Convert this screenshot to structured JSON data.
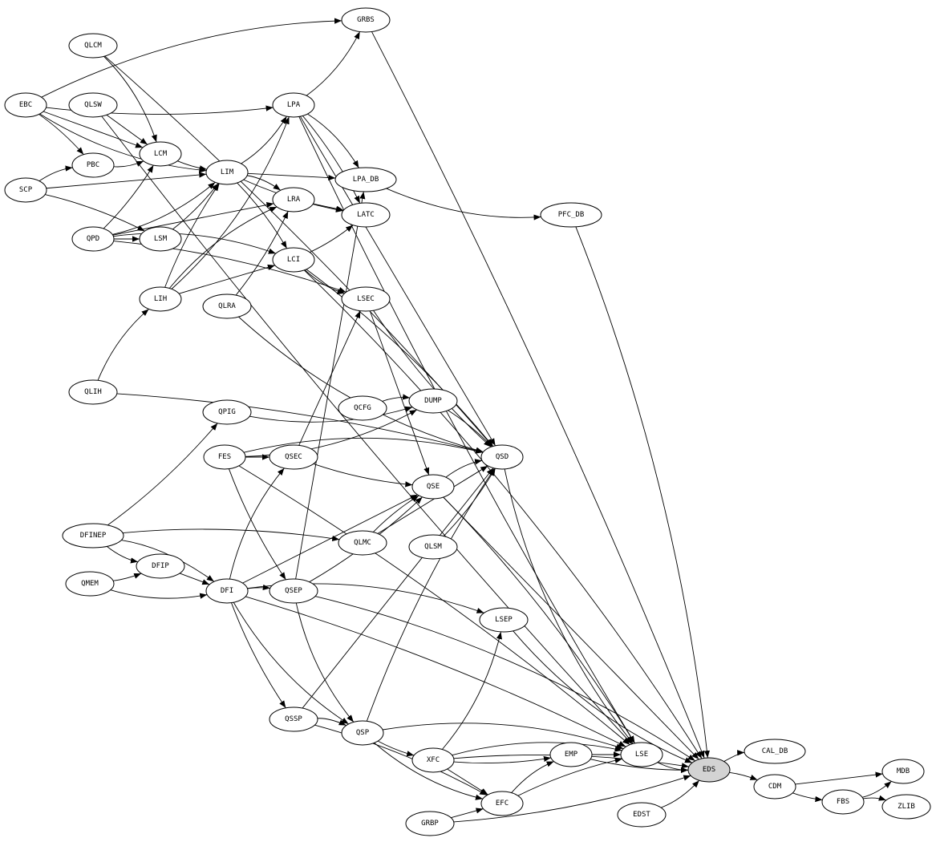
{
  "graph": {
    "highlight_color": "#d3d3d3",
    "nodes": [
      {
        "id": "GRBS",
        "label": "GRBS"
      },
      {
        "id": "QLCM",
        "label": "QLCM"
      },
      {
        "id": "EBC",
        "label": "EBC"
      },
      {
        "id": "QLSW",
        "label": "QLSW"
      },
      {
        "id": "LPA",
        "label": "LPA"
      },
      {
        "id": "PBC",
        "label": "PBC"
      },
      {
        "id": "LCM",
        "label": "LCM"
      },
      {
        "id": "LIM",
        "label": "LIM"
      },
      {
        "id": "LPA_DB",
        "label": "LPA_DB"
      },
      {
        "id": "SCP",
        "label": "SCP"
      },
      {
        "id": "LRA",
        "label": "LRA"
      },
      {
        "id": "LATC",
        "label": "LATC"
      },
      {
        "id": "PFC_DB",
        "label": "PFC_DB"
      },
      {
        "id": "QPD",
        "label": "QPD"
      },
      {
        "id": "LSM",
        "label": "LSM"
      },
      {
        "id": "LCI",
        "label": "LCI"
      },
      {
        "id": "LIH",
        "label": "LIH"
      },
      {
        "id": "QLRA",
        "label": "QLRA"
      },
      {
        "id": "LSEC",
        "label": "LSEC"
      },
      {
        "id": "QLIH",
        "label": "QLIH"
      },
      {
        "id": "QPIG",
        "label": "QPIG"
      },
      {
        "id": "QCFG",
        "label": "QCFG"
      },
      {
        "id": "DUMP",
        "label": "DUMP"
      },
      {
        "id": "FES",
        "label": "FES"
      },
      {
        "id": "QSEC",
        "label": "QSEC"
      },
      {
        "id": "QSD",
        "label": "QSD"
      },
      {
        "id": "QSE",
        "label": "QSE"
      },
      {
        "id": "DFINEP",
        "label": "DFINEP"
      },
      {
        "id": "QLMC",
        "label": "QLMC"
      },
      {
        "id": "QLSM",
        "label": "QLSM"
      },
      {
        "id": "DFIP",
        "label": "DFIP"
      },
      {
        "id": "QMEM",
        "label": "QMEM"
      },
      {
        "id": "DFI",
        "label": "DFI"
      },
      {
        "id": "QSEP",
        "label": "QSEP"
      },
      {
        "id": "LSEP",
        "label": "LSEP"
      },
      {
        "id": "QSSP",
        "label": "QSSP"
      },
      {
        "id": "QSP",
        "label": "QSP"
      },
      {
        "id": "XFC",
        "label": "XFC"
      },
      {
        "id": "EMP",
        "label": "EMP"
      },
      {
        "id": "LSE",
        "label": "LSE"
      },
      {
        "id": "EDS",
        "label": "EDS",
        "highlight": true
      },
      {
        "id": "CAL_DB",
        "label": "CAL_DB"
      },
      {
        "id": "CDM",
        "label": "CDM"
      },
      {
        "id": "MDB",
        "label": "MDB"
      },
      {
        "id": "FBS",
        "label": "FBS"
      },
      {
        "id": "ZLIB",
        "label": "ZLIB"
      },
      {
        "id": "EFC",
        "label": "EFC"
      },
      {
        "id": "GRBP",
        "label": "GRBP"
      },
      {
        "id": "EDST",
        "label": "EDST"
      }
    ],
    "edges": [
      [
        "EBC",
        "GRBS"
      ],
      [
        "EBC",
        "PBC"
      ],
      [
        "EBC",
        "LCM"
      ],
      [
        "EBC",
        "LPA"
      ],
      [
        "EBC",
        "LIM"
      ],
      [
        "QLCM",
        "LCM"
      ],
      [
        "QLCM",
        "QSD"
      ],
      [
        "QLSW",
        "LCM"
      ],
      [
        "QLSW",
        "LSE"
      ],
      [
        "LPA",
        "GRBS"
      ],
      [
        "LPA",
        "LPA_DB"
      ],
      [
        "LPA",
        "LATC"
      ],
      [
        "LPA",
        "QSD"
      ],
      [
        "LPA",
        "LSE"
      ],
      [
        "PBC",
        "LCM"
      ],
      [
        "SCP",
        "PBC"
      ],
      [
        "SCP",
        "LSM"
      ],
      [
        "SCP",
        "LIM"
      ],
      [
        "LCM",
        "LIM"
      ],
      [
        "LIM",
        "LPA"
      ],
      [
        "LIM",
        "LRA"
      ],
      [
        "LIM",
        "LCI"
      ],
      [
        "LIM",
        "LPA_DB"
      ],
      [
        "LIM",
        "LATC"
      ],
      [
        "LPA_DB",
        "PFC_DB"
      ],
      [
        "PFC_DB",
        "EDS"
      ],
      [
        "GRBS",
        "EDS"
      ],
      [
        "LRA",
        "LATC"
      ],
      [
        "LCI",
        "LATC"
      ],
      [
        "LCI",
        "LSEC"
      ],
      [
        "LCI",
        "EDS"
      ],
      [
        "LCI",
        "QSD"
      ],
      [
        "QPD",
        "LSM"
      ],
      [
        "QPD",
        "LCM"
      ],
      [
        "QPD",
        "LIM"
      ],
      [
        "QPD",
        "LCI"
      ],
      [
        "QPD",
        "LSEC"
      ],
      [
        "QPD",
        "LRA"
      ],
      [
        "LSM",
        "LIM"
      ],
      [
        "LIH",
        "LPA"
      ],
      [
        "LIH",
        "LRA"
      ],
      [
        "LIH",
        "LIM"
      ],
      [
        "LIH",
        "LCI"
      ],
      [
        "QLRA",
        "LRA"
      ],
      [
        "QLRA",
        "QSD"
      ],
      [
        "QLIH",
        "LIH"
      ],
      [
        "QLIH",
        "QSD"
      ],
      [
        "LSEC",
        "QSE"
      ],
      [
        "LSEC",
        "QSD"
      ],
      [
        "QPIG",
        "DUMP"
      ],
      [
        "QCFG",
        "DUMP"
      ],
      [
        "DUMP",
        "QSD"
      ],
      [
        "FES",
        "QSEC"
      ],
      [
        "FES",
        "QSEP"
      ],
      [
        "FES",
        "DUMP"
      ],
      [
        "FES",
        "QSD"
      ],
      [
        "FES",
        "LSE"
      ],
      [
        "QSEC",
        "LSEC"
      ],
      [
        "QSEC",
        "QSE"
      ],
      [
        "QSD",
        "LSE"
      ],
      [
        "QSE",
        "QSD"
      ],
      [
        "QSE",
        "LSE"
      ],
      [
        "QSE",
        "EDS"
      ],
      [
        "DFINEP",
        "QPIG"
      ],
      [
        "DFINEP",
        "DFIP"
      ],
      [
        "DFINEP",
        "DFI"
      ],
      [
        "DFINEP",
        "QLMC"
      ],
      [
        "DFIP",
        "DFI"
      ],
      [
        "QMEM",
        "DFIP"
      ],
      [
        "QMEM",
        "DFI"
      ],
      [
        "DFI",
        "QSEC"
      ],
      [
        "DFI",
        "QSEP"
      ],
      [
        "DFI",
        "QSE"
      ],
      [
        "DFI",
        "QSSP"
      ],
      [
        "DFI",
        "QSP"
      ],
      [
        "DFI",
        "LSEP"
      ],
      [
        "DFI",
        "LSE"
      ],
      [
        "QSEP",
        "LPA_DB"
      ],
      [
        "QSEP",
        "QSE"
      ],
      [
        "QSEP",
        "QSP"
      ],
      [
        "QSEP",
        "EDS"
      ],
      [
        "QLMC",
        "QSE"
      ],
      [
        "QLMC",
        "QSD"
      ],
      [
        "QLSM",
        "QSD"
      ],
      [
        "LSEP",
        "EDS"
      ],
      [
        "QSSP",
        "QSP"
      ],
      [
        "QSSP",
        "EFC"
      ],
      [
        "QSSP",
        "QSD"
      ],
      [
        "QSP",
        "XFC"
      ],
      [
        "QSP",
        "EFC"
      ],
      [
        "QSP",
        "LSE"
      ],
      [
        "QSP",
        "QSD"
      ],
      [
        "XFC",
        "EFC"
      ],
      [
        "XFC",
        "EMP"
      ],
      [
        "XFC",
        "LSEP"
      ],
      [
        "XFC",
        "LSE"
      ],
      [
        "XFC",
        "EDS"
      ],
      [
        "EMP",
        "LSE"
      ],
      [
        "EMP",
        "EDS"
      ],
      [
        "LSE",
        "EDS"
      ],
      [
        "EFC",
        "EMP"
      ],
      [
        "EFC",
        "LSE"
      ],
      [
        "GRBP",
        "EFC"
      ],
      [
        "GRBP",
        "EDS"
      ],
      [
        "EDST",
        "EDS"
      ],
      [
        "EDS",
        "CAL_DB"
      ],
      [
        "EDS",
        "CDM"
      ],
      [
        "CDM",
        "MDB"
      ],
      [
        "CDM",
        "FBS"
      ],
      [
        "FBS",
        "MDB"
      ],
      [
        "FBS",
        "ZLIB"
      ]
    ]
  }
}
